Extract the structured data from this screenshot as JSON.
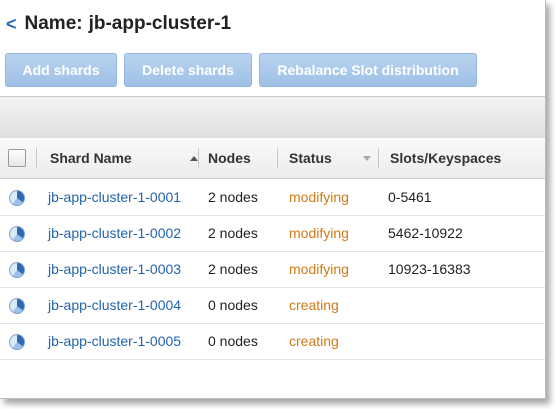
{
  "header": {
    "back_label": "<",
    "name_label": "Name:",
    "cluster_name": "jb-app-cluster-1"
  },
  "actions": {
    "add_label": "Add shards",
    "delete_label": "Delete shards",
    "rebalance_label": "Rebalance Slot distribution"
  },
  "table": {
    "columns": {
      "shard_name": "Shard Name",
      "nodes": "Nodes",
      "status": "Status",
      "slots": "Slots/Keyspaces"
    },
    "rows": [
      {
        "shard": "jb-app-cluster-1-0001",
        "nodes": "2 nodes",
        "status": "modifying",
        "slots": "0-5461"
      },
      {
        "shard": "jb-app-cluster-1-0002",
        "nodes": "2 nodes",
        "status": "modifying",
        "slots": "5462-10922"
      },
      {
        "shard": "jb-app-cluster-1-0003",
        "nodes": "2 nodes",
        "status": "modifying",
        "slots": "10923-16383"
      },
      {
        "shard": "jb-app-cluster-1-0004",
        "nodes": "0 nodes",
        "status": "creating",
        "slots": ""
      },
      {
        "shard": "jb-app-cluster-1-0005",
        "nodes": "0 nodes",
        "status": "creating",
        "slots": ""
      }
    ]
  },
  "colors": {
    "link": "#2263ad",
    "status_pending": "#d07a16",
    "button_fill": "#a9c8ea"
  },
  "icons": {
    "row_status": "spinner-icon",
    "sort_asc": "sort-ascending-icon",
    "sort_desc": "sort-descending-icon"
  }
}
